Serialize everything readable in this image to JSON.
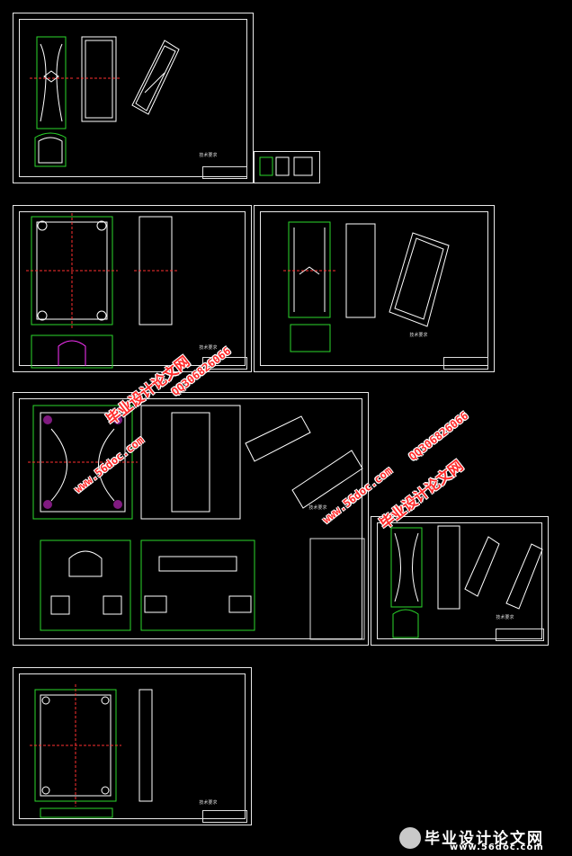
{
  "watermark": {
    "site_name": "毕业设计论文网",
    "site_url": "www.56doc.com",
    "qq": "QQ306826066"
  },
  "footer_brand": {
    "title": "毕业设计论文网",
    "url": "www.56doc.com"
  },
  "colors": {
    "background": "#000000",
    "frame": "#e8e8e8",
    "outline_green": "#2bd92b",
    "outline_white": "#ffffff",
    "centerline_red": "#ff3030",
    "watermark_red": "#ff2a2a",
    "magenta": "#ff33ff"
  },
  "sheets": [
    {
      "id": "sheet-1",
      "title": "技术要求"
    },
    {
      "id": "sheet-2",
      "title": "技术要求"
    },
    {
      "id": "sheet-3",
      "title": "技术要求"
    },
    {
      "id": "sheet-4",
      "title": "技术要求"
    },
    {
      "id": "sheet-5",
      "title": "技术要求"
    },
    {
      "id": "sheet-6",
      "title": "技术要求"
    }
  ]
}
